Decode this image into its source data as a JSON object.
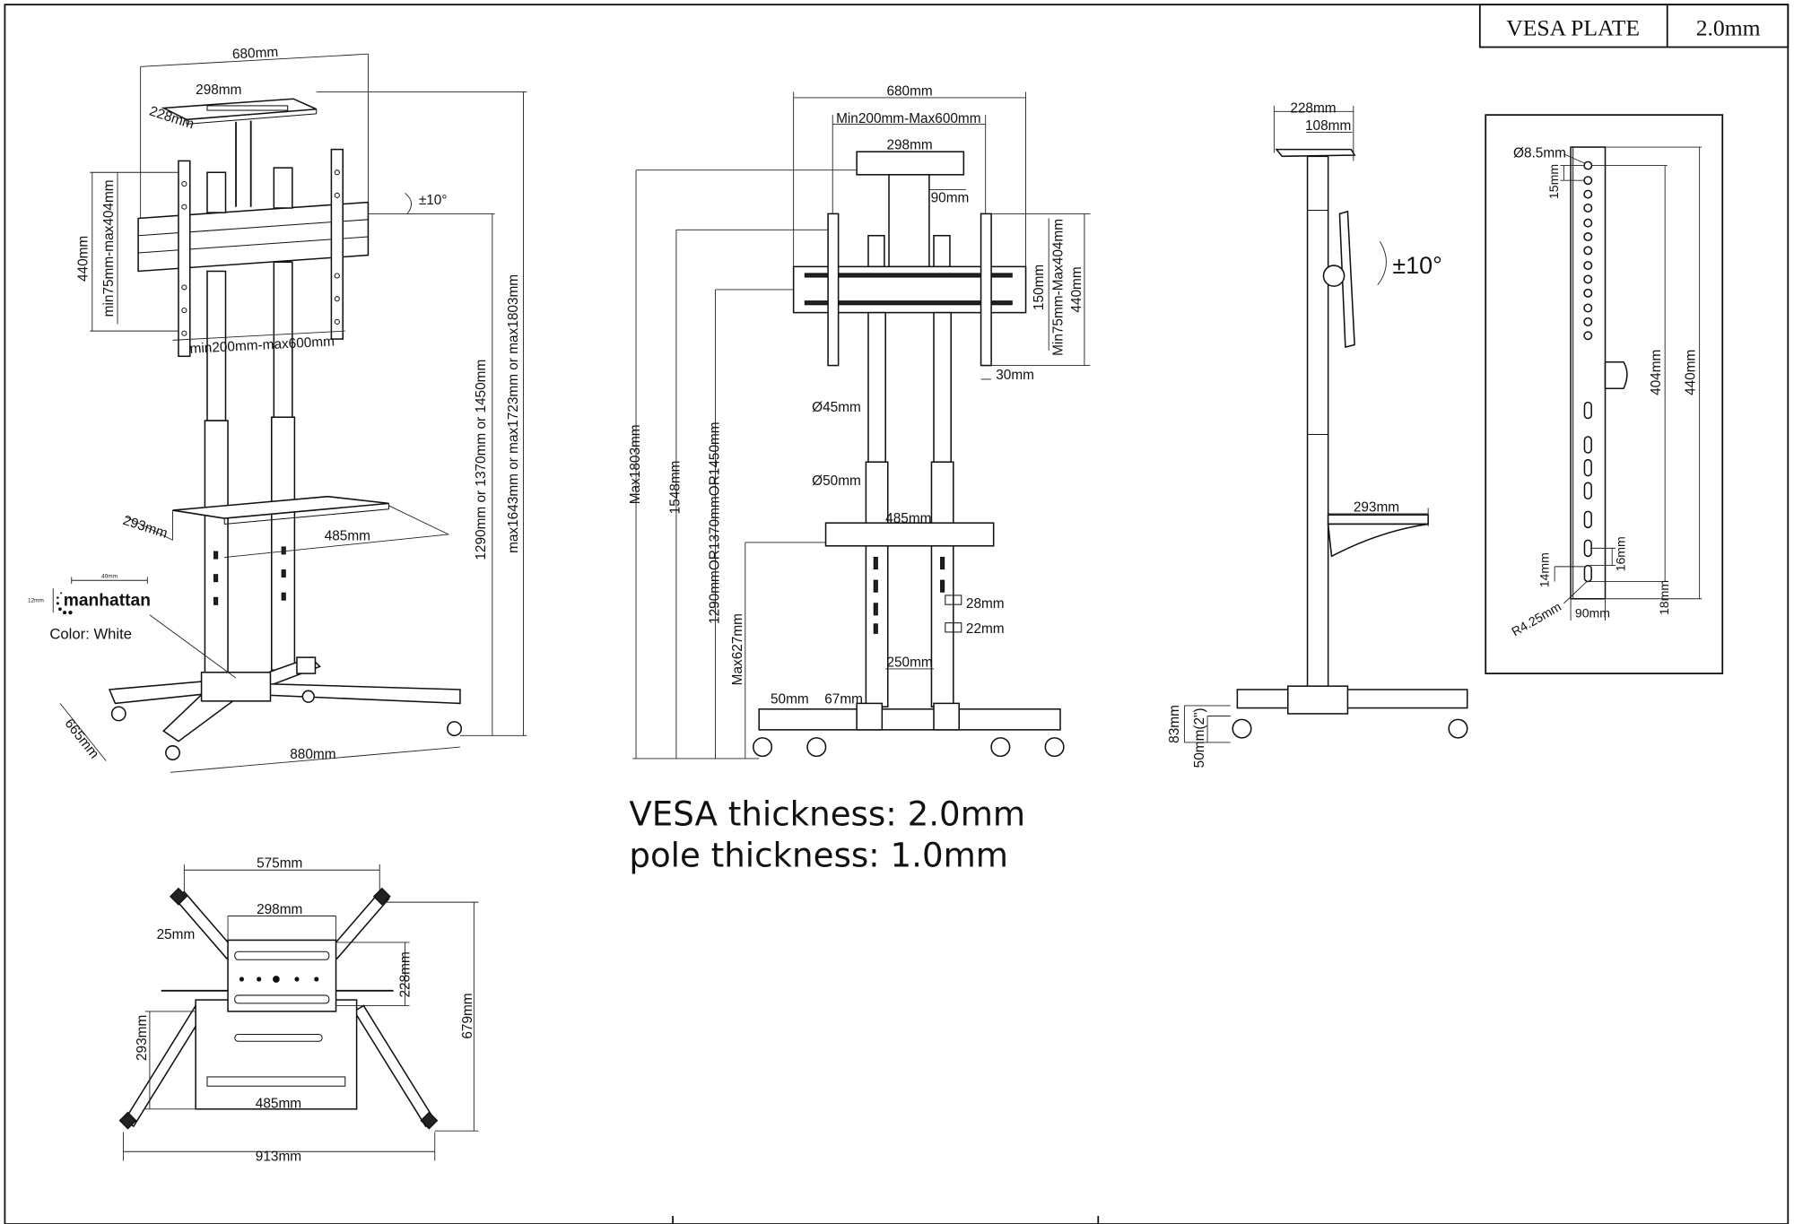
{
  "title_block": {
    "label": "VESA PLATE",
    "value": "2.0mm"
  },
  "perspective_view": {
    "overall_width": "680mm",
    "top_shelf_width": "298mm",
    "top_shelf_depth": "228mm",
    "mount_height": "440mm",
    "vesa_vertical": "min75mm-max404mm",
    "tilt": "±10°",
    "vesa_horizontal": "min200mm-max600mm",
    "height_options": "1290mm or 1370mm or 1450mm",
    "max_height_options": "max1643mm or max1723mm or max1803mm",
    "shelf_depth": "293mm",
    "shelf_width": "485mm",
    "base_depth": "665mm",
    "base_width": "880mm"
  },
  "logo": {
    "brand": "manhattan",
    "width": "40mm",
    "height": "12mm",
    "color_label": "Color: White"
  },
  "front_view": {
    "overall_width": "680mm",
    "vesa_horizontal": "Min200mm-Max600mm",
    "top_shelf_width": "298mm",
    "column_width": "90mm",
    "vesa_vertical": "Min75mm-Max404mm",
    "rail_offset": "150mm",
    "mount_height": "440mm",
    "rail_width": "30mm",
    "pole_upper": "Ø45mm",
    "pole_lower": "Ø50mm",
    "shelf_width": "485mm",
    "clip_a": "28mm",
    "clip_b": "22mm",
    "pole_spacing": "250mm",
    "wheel_a": "50mm",
    "wheel_b": "67mm",
    "max_height": "Max1803mm",
    "mid_height": "1548mm",
    "height_options": "1290mmOR1370mmOR1450mm",
    "shelf_max_height": "Max627mm"
  },
  "side_view": {
    "top_depth": "228mm",
    "top_inner": "108mm",
    "tilt": "±10°",
    "shelf_depth": "293mm",
    "base_height": "83mm",
    "caster": "50mm(2\")"
  },
  "vesa_detail": {
    "hole_diameter": "Ø8.5mm",
    "hole_pitch": "15mm",
    "inner_height": "404mm",
    "outer_height": "440mm",
    "slot_pitch": "16mm",
    "slot_length": "14mm",
    "slot_radius": "R4.25mm",
    "plate_width": "90mm",
    "bottom_offset": "18mm"
  },
  "top_view": {
    "arm_span": "575mm",
    "plate_width": "298mm",
    "arm_width": "25mm",
    "plate_depth": "228mm",
    "overall_depth": "679mm",
    "shelf_depth": "293mm",
    "shelf_width": "485mm",
    "overall_width": "913mm"
  },
  "notes": {
    "vesa_thickness": "VESA thickness: 2.0mm",
    "pole_thickness": "pole thickness: 1.0mm"
  }
}
